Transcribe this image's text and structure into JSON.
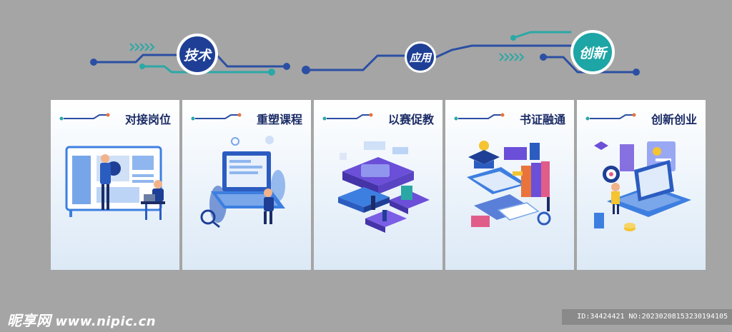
{
  "badges": [
    "技术",
    "应用",
    "创新"
  ],
  "panels": [
    {
      "title": "对接岗位",
      "icon": "job-matching-illustration-icon"
    },
    {
      "title": "重塑课程",
      "icon": "course-rebuild-illustration-icon"
    },
    {
      "title": "以赛促教",
      "icon": "competition-teaching-illustration-icon"
    },
    {
      "title": "书证融通",
      "icon": "certificate-integration-illustration-icon"
    },
    {
      "title": "创新创业",
      "icon": "innovation-entrepreneurship-illustration-icon"
    }
  ],
  "watermark": {
    "brand": "昵享网",
    "url": "www.nipic.cn"
  },
  "id_text": "ID:34424421 NO:20230208153230194105",
  "colors": {
    "background": "#a5a5a5",
    "navy": "#1e3f95",
    "teal": "#1ea5a5",
    "title": "#1b2c66"
  }
}
